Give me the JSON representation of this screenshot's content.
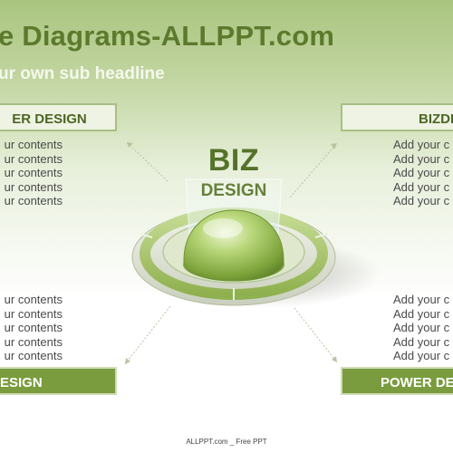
{
  "header": {
    "title": "e Diagrams-ALLPPT.com",
    "subtitle": "ur own sub headline"
  },
  "center": {
    "line1": "BIZ",
    "line2": "DESIGN"
  },
  "quadrants": {
    "top_left": {
      "label": "ER DESIGN",
      "items": [
        "ur contents",
        "ur contents",
        "ur contents",
        "ur contents",
        "ur contents"
      ]
    },
    "top_right": {
      "label": "BIZDE",
      "items": [
        "Add your c",
        "Add your c",
        "Add your c",
        "Add your c",
        "Add your c"
      ]
    },
    "bottom_left": {
      "label": "ESIGN",
      "items": [
        "ur contents",
        "ur contents",
        "ur contents",
        "ur contents",
        "ur contents"
      ]
    },
    "bottom_right": {
      "label": "POWER DE",
      "items": [
        "Add your c",
        "Add your c",
        "Add your c",
        "Add your c",
        "Add your c"
      ]
    }
  },
  "footer": "ALLPPT.com _ Free PPT",
  "colors": {
    "title": "#5c7a2c",
    "accent_dark": "#7a9c3e",
    "accent_light": "#eef3e4"
  }
}
